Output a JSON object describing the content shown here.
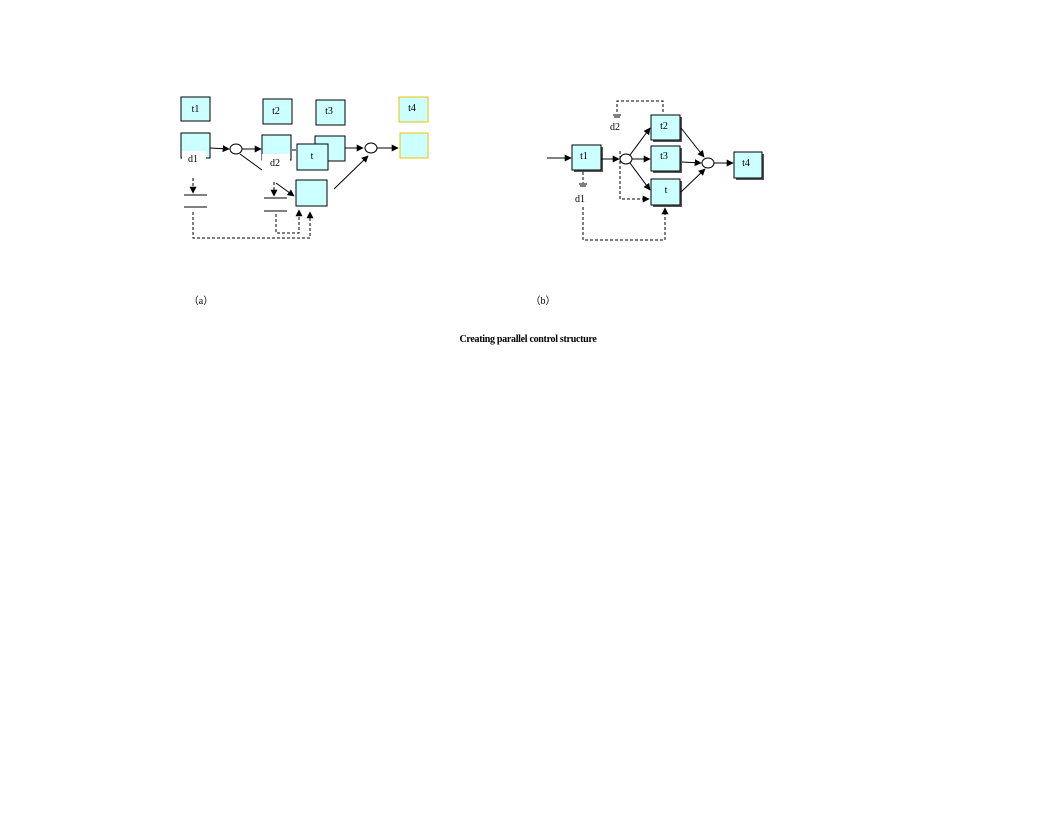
{
  "diagram_a": {
    "caption": "（a）",
    "labels": {
      "t1": "t1",
      "t2": "t2",
      "t3": "t3",
      "t4": "t4",
      "t": "t",
      "d1": "d1",
      "d2": "d2"
    }
  },
  "diagram_b": {
    "caption": "（b）",
    "labels": {
      "t1": "t1",
      "t2": "t2",
      "t3": "t3",
      "t4": "t4",
      "t": "t",
      "d1": "d1",
      "d2": "d2"
    }
  },
  "figure_title": "Creating parallel control structure",
  "colors": {
    "box_fill": "#ccffff",
    "box_border": "#000000",
    "highlight_border": "#f0c000"
  }
}
